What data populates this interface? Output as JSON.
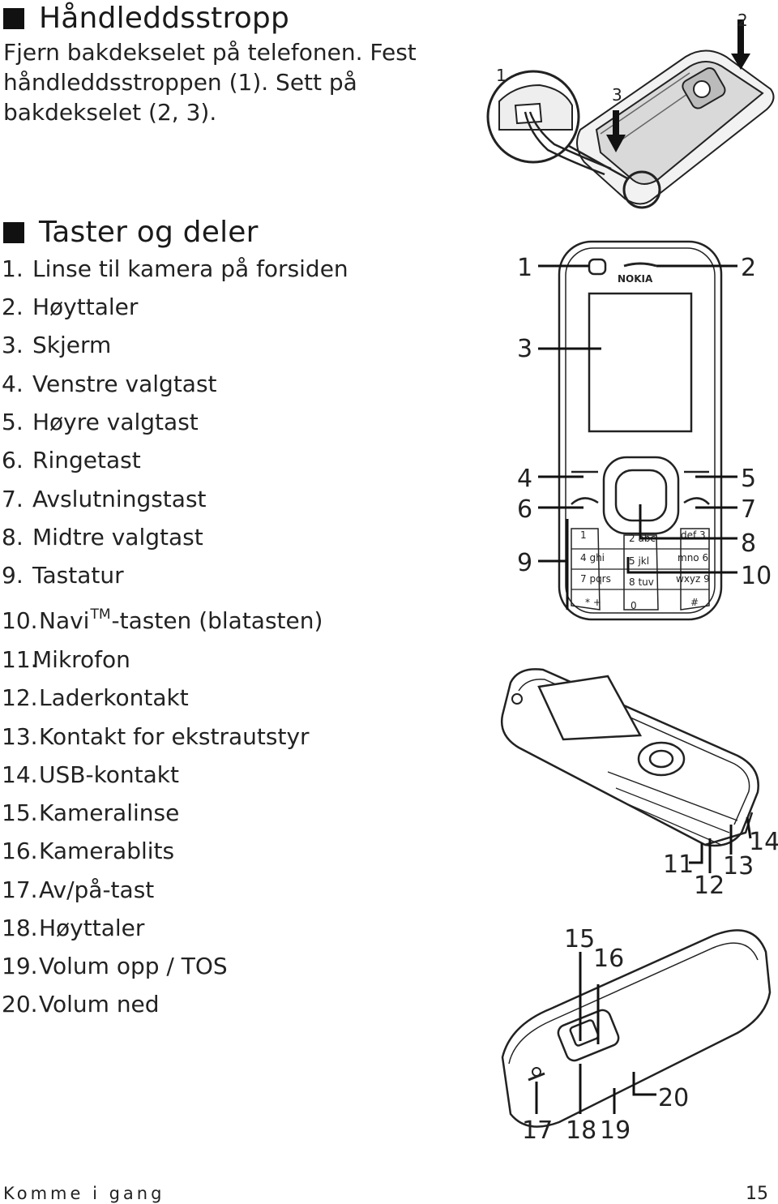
{
  "section1": {
    "title": "Håndleddsstropp",
    "body": "Fjern bakdekselet på telefonen. Fest håndleddsstroppen (1). Sett på bakdekselet (2, 3).",
    "figure_labels": [
      "1",
      "2",
      "3"
    ]
  },
  "section2": {
    "title": "Taster og deler",
    "items": [
      {
        "num": "1.",
        "label": "Linse til kamera på forsiden"
      },
      {
        "num": "2.",
        "label": "Høyttaler"
      },
      {
        "num": "3.",
        "label": "Skjerm"
      },
      {
        "num": "4.",
        "label": "Venstre valgtast"
      },
      {
        "num": "5.",
        "label": "Høyre valgtast"
      },
      {
        "num": "6.",
        "label": "Ringetast"
      },
      {
        "num": "7.",
        "label": "Avslutningstast"
      },
      {
        "num": "8.",
        "label": "Midtre valgtast"
      },
      {
        "num": "9.",
        "label": "Tastatur"
      },
      {
        "num": "10.",
        "label_pre": "Navi",
        "label_sup": "TM",
        "label_post": "-tasten (blatasten)"
      },
      {
        "num": "11.",
        "label": "Mikrofon"
      },
      {
        "num": "12.",
        "label": "Laderkontakt"
      },
      {
        "num": "13.",
        "label": "Kontakt for ekstrautstyr"
      },
      {
        "num": "14.",
        "label": "USB-kontakt"
      },
      {
        "num": "15.",
        "label": "Kameralinse"
      },
      {
        "num": "16.",
        "label": "Kamerablits"
      },
      {
        "num": "17.",
        "label": "Av/på-tast"
      },
      {
        "num": "18.",
        "label": "Høyttaler"
      },
      {
        "num": "19.",
        "label": "Volum opp / TOS"
      },
      {
        "num": "20.",
        "label": "Volum ned"
      }
    ],
    "front_figure": {
      "brand": "NOKIA",
      "callouts": [
        "1",
        "2",
        "3",
        "4",
        "5",
        "6",
        "7",
        "8",
        "9",
        "10"
      ],
      "keys": [
        "1",
        "2 abc",
        "def 3",
        "4 ghi",
        "5 jkl",
        "mno 6",
        "7 pqrs",
        "8 tuv",
        "wxyz 9",
        "* +",
        "0",
        "#"
      ]
    },
    "side_figure": {
      "callouts": [
        "11",
        "12",
        "13",
        "14"
      ]
    },
    "back_figure": {
      "callouts": [
        "15",
        "16",
        "17",
        "18",
        "19",
        "20"
      ]
    }
  },
  "footer": {
    "section": "Komme i gang",
    "page": "15"
  }
}
